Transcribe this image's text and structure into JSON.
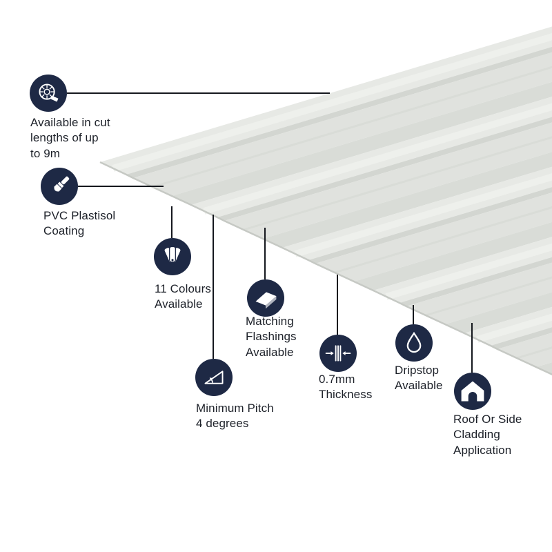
{
  "colors": {
    "icon_background": "#1e2945",
    "connector_line": "#14171d",
    "text": "#1d2129",
    "sheet_top": "#e7e9e5",
    "sheet_slope_shadow": "#d3d6d1",
    "sheet_valley": "#e0e2de",
    "sheet_slope_light": "#d9dcd7",
    "sheet_edge": "#c6c9c4"
  },
  "illustration": {
    "name": "box-profile-roofing-sheet"
  },
  "features": [
    {
      "id": "cut-lengths",
      "icon": "tape-measure-icon",
      "label": "Available in cut\nlengths of up\nto 9m"
    },
    {
      "id": "coating",
      "icon": "paintbrush-icon",
      "label": "PVC Plastisol\nCoating"
    },
    {
      "id": "colours",
      "icon": "colour-swatch-icon",
      "label": "11 Colours\nAvailable"
    },
    {
      "id": "flashings",
      "icon": "flashing-sheet-icon",
      "label": "Matching\nFlashings\nAvailable"
    },
    {
      "id": "pitch",
      "icon": "pitch-angle-icon",
      "label": "Minimum Pitch\n4 degrees"
    },
    {
      "id": "thickness",
      "icon": "thickness-gauge-icon",
      "label": "0.7mm\nThickness"
    },
    {
      "id": "dripstop",
      "icon": "droplet-icon",
      "label": "Dripstop\nAvailable"
    },
    {
      "id": "cladding",
      "icon": "house-icon",
      "label": "Roof Or Side\nCladding\nApplication"
    }
  ]
}
